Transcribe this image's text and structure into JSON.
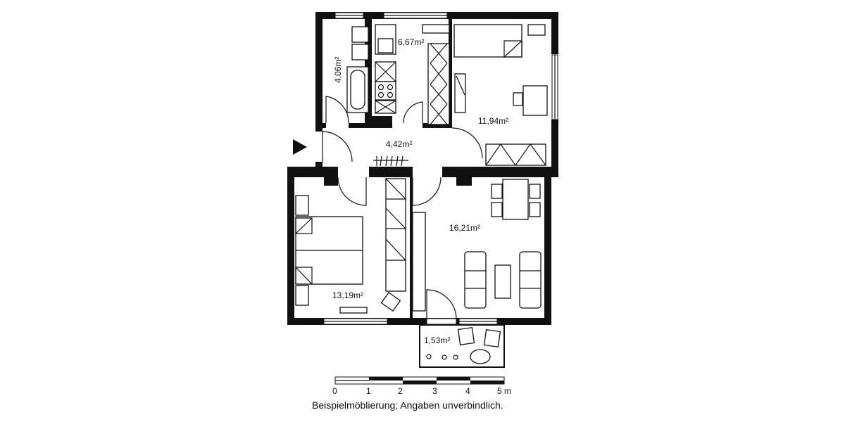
{
  "rooms": [
    {
      "name": "bathroom",
      "area": "4,06m²"
    },
    {
      "name": "kitchen",
      "area": "6,67m²"
    },
    {
      "name": "room-top-right",
      "area": "11,94m²"
    },
    {
      "name": "hallway",
      "area": "4,42m²"
    },
    {
      "name": "bedroom",
      "area": "13,19m²"
    },
    {
      "name": "living-room",
      "area": "16,21m²"
    },
    {
      "name": "balcony",
      "area": "1,53m²"
    }
  ],
  "scale_bar": {
    "ticks": [
      "0",
      "1",
      "2",
      "3",
      "4",
      "5 m"
    ]
  },
  "caption": "Beispielmöblierung; Angaben unverbindlich.",
  "colors": {
    "wall": "#111111",
    "background": "#ffffff"
  },
  "entrance_marker_icon": "triangle-right"
}
